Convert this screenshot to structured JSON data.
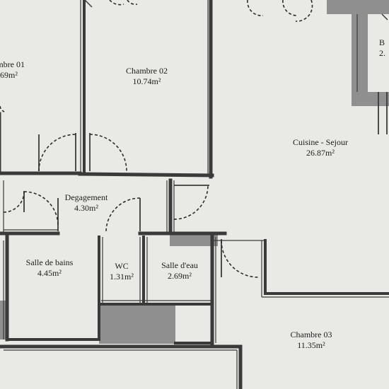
{
  "rooms": {
    "chambre01": {
      "name": "ambre 01",
      "area": "69m²"
    },
    "chambre02": {
      "name": "Chambre 02",
      "area": "10.74m²"
    },
    "bath_top": {
      "name": "B",
      "area": "2."
    },
    "cuisine": {
      "name": "Cuisine - Sejour",
      "area": "26.87m²"
    },
    "degagement": {
      "name": "Degagement",
      "area": "4.30m²"
    },
    "salle_bains": {
      "name": "Salle de bains",
      "area": "4.45m²"
    },
    "wc": {
      "name": "WC",
      "area": "1.31m²"
    },
    "salle_eau": {
      "name": "Salle d'eau",
      "area": "2.69m²"
    },
    "chambre03": {
      "name": "Chambre 03",
      "area": "11.35m²"
    }
  },
  "colors": {
    "paper": "#e9eae5",
    "wall": "#3a3a3a",
    "hatch": "#8f8f8f",
    "text": "#1c1c1c"
  }
}
